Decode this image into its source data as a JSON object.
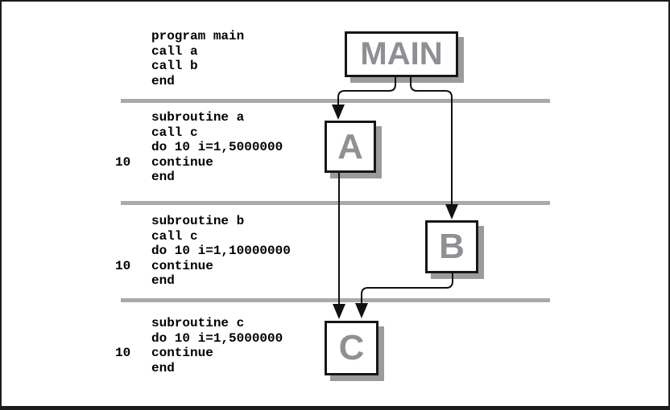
{
  "nodes": {
    "main": {
      "label": "MAIN"
    },
    "a": {
      "label": "A"
    },
    "b": {
      "label": "B"
    },
    "c": {
      "label": "C"
    }
  },
  "call_edges": [
    {
      "from": "MAIN",
      "to": "A"
    },
    {
      "from": "MAIN",
      "to": "B"
    },
    {
      "from": "A",
      "to": "C"
    },
    {
      "from": "B",
      "to": "C"
    }
  ],
  "code_blocks": [
    {
      "name": "program-main",
      "lines": [
        {
          "label": "",
          "code": "program main"
        },
        {
          "label": "",
          "code": "call a"
        },
        {
          "label": "",
          "code": "call b"
        },
        {
          "label": "",
          "code": "end"
        }
      ]
    },
    {
      "name": "subroutine-a",
      "lines": [
        {
          "label": "",
          "code": "subroutine a"
        },
        {
          "label": "",
          "code": "call c"
        },
        {
          "label": "",
          "code": "do 10 i=1,5000000"
        },
        {
          "label": "10",
          "code": "continue"
        },
        {
          "label": "",
          "code": "end"
        }
      ]
    },
    {
      "name": "subroutine-b",
      "lines": [
        {
          "label": "",
          "code": "subroutine b"
        },
        {
          "label": "",
          "code": "call c"
        },
        {
          "label": "",
          "code": "do 10 i=1,10000000"
        },
        {
          "label": "10",
          "code": "continue"
        },
        {
          "label": "",
          "code": "end"
        }
      ]
    },
    {
      "name": "subroutine-c",
      "lines": [
        {
          "label": "",
          "code": "subroutine c"
        },
        {
          "label": "",
          "code": "do 10 i=1,5000000"
        },
        {
          "label": "10",
          "code": "continue"
        },
        {
          "label": "",
          "code": "end"
        }
      ]
    }
  ],
  "colors": {
    "divider": "#a9a9a9",
    "box_label": "#8e9094",
    "box_border": "#161616",
    "shadow": "#9b9b9b",
    "arrow": "#111111"
  }
}
